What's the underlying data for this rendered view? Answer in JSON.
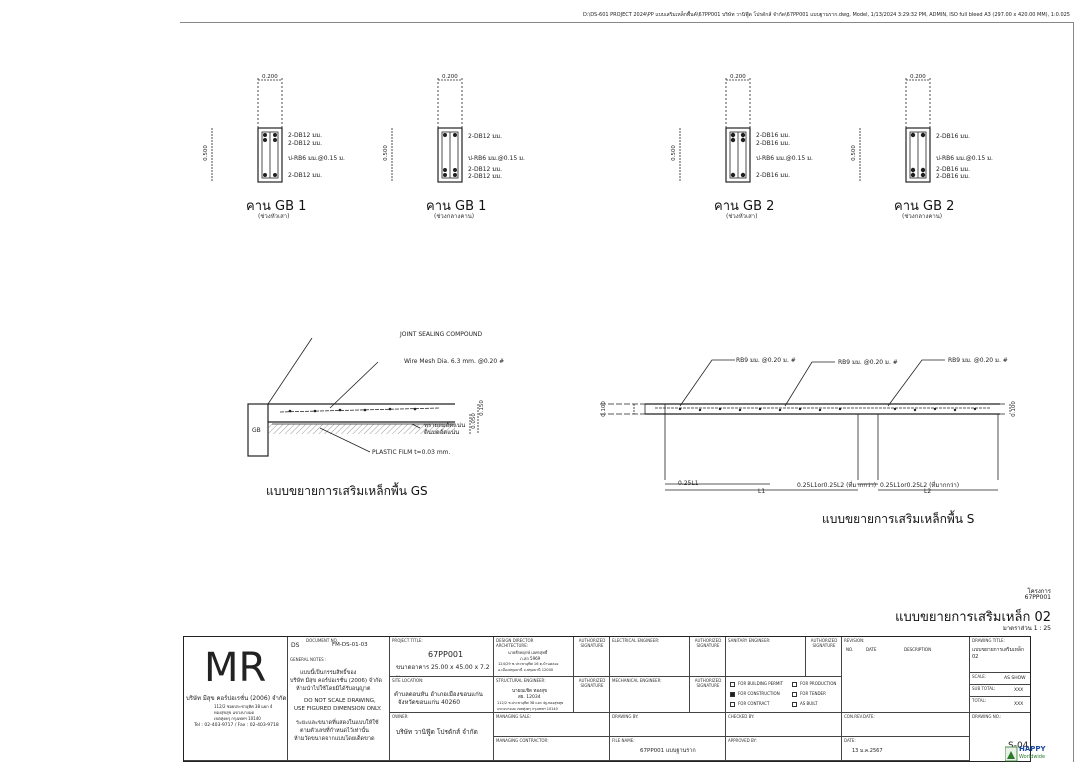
{
  "header": {
    "path": "D:\\DS-601 PROJECT 2024\\PP แบบเสริมเหล็กพื้นค์\\67PP001 บริษัท วานิฟู๊ด โปรดักส์ จำกัด\\67PP001 แบบฐานราก.dwg, Model, 1/13/2024 3:29:32 PM, ADMIN, ISO full bleed A3 (297.00 x 420.00 MM), 1:0.025"
  },
  "beams": [
    {
      "title": "คาน GB 1",
      "sub": "(ช่วงหัวเสา)",
      "width": "0.200",
      "depth": "0.500",
      "top": "2-DB12 มม.",
      "top2": "2-DB12 มม.",
      "stirrup": "ป-RB6 มม.@0.15 ม.",
      "bot": "2-DB12 มม.",
      "bot2": ""
    },
    {
      "title": "คาน GB 1",
      "sub": "(ช่วงกลางคาน)",
      "width": "0.200",
      "depth": "0.500",
      "top": "2-DB12 มม.",
      "top2": "",
      "stirrup": "ป-RB6 มม.@0.15 ม.",
      "bot": "2-DB12 มม.",
      "bot2": "2-DB12 มม."
    },
    {
      "title": "คาน GB 2",
      "sub": "(ช่วงหัวเสา)",
      "width": "0.200",
      "depth": "0.500",
      "top": "2-DB16 มม.",
      "top2": "2-DB16 มม.",
      "stirrup": "ป-RB6 มม.@0.15 ม.",
      "bot": "2-DB16 มม.",
      "bot2": ""
    },
    {
      "title": "คาน GB 2",
      "sub": "(ช่วงกลางคาน)",
      "width": "0.200",
      "depth": "0.500",
      "top": "2-DB16 มม.",
      "top2": "",
      "stirrup": "ป-RB6 มม.@0.15 ม.",
      "bot": "2-DB16 มม.",
      "bot2": "2-DB16 มม."
    }
  ],
  "gs": {
    "title": "แบบขยายการเสริมเหล็กพื้น GS",
    "joint": "JOINT SEALING COMPOUND",
    "mesh": "Wire Mesh Dia. 6.3 mm. @0.20 #",
    "sand1": "ทรายถมอัดแน่น",
    "sand2": "ดินบดอัดแน่น",
    "film": "PLASTIC FILM t=0.03 mm.",
    "gb": "GB",
    "d1": "0.150",
    "d2": "0.050"
  },
  "s": {
    "title": "แบบขยายการเสริมเหล็กพื้น S",
    "r1": "RB9 มม. @0.20 ม. #",
    "r2": "RB9 มม. @0.20 ม. #",
    "r3": "RB9 มม. @0.20 ม. #",
    "t1": "0.100",
    "t2": "0.100",
    "d1": "0.25L1",
    "d2": "0.25L1or0.25L2 (ที่มากกว่า)",
    "d3": "0.25L1or0.25L2 (ที่มากกว่า)",
    "L1": "L1",
    "L2": "L2"
  },
  "project": {
    "label": "โครงการ",
    "code": "67PP001",
    "sheet_title": "แบบขยายการเสริมเหล็ก 02",
    "scale": "มาตราส่วน 1 : 25"
  },
  "titleblock": {
    "logo": "MR",
    "company": "บริษัท มีสุข คอร์ปอเรชั่น (2006) จำกัด",
    "addr1": "112/2 ซอยประชาอุทิศ 38 แยก 4",
    "addr2": "ทองสุขสุข แขวงบางมด",
    "addr3": "เขตทุ่งครุ กรุงเทพฯ 10140",
    "tel": "Tel : 02-403-9717 / Fax : 02-403-9718",
    "ds": "DS",
    "doc_no_lbl": "DOCUMENT NO.",
    "doc_no": "FM-DS-01-03",
    "gn_lbl": "GENERAL NOTES :",
    "gn1": "แบบนี้เป็นกรรมสิทธิ์ของ",
    "gn2": "บริษัท มีสุข คอร์ปอเรชั่น (2006) จำกัด",
    "gn3": "ห้ามนำไปใช้โดยมิได้รับอนุญาต",
    "gn4": "DO NOT SCALE DRAWING,",
    "gn5": "USE FIGURED DIMENSION ONLY.",
    "gn6": "ระยะและขนาดที่แสดงในแบบให้ใช้",
    "gn7": "ตามตัวเลขที่กำหนดไว้เท่านั้น",
    "gn8": "ห้ามวัดขนาดจากแบบโดยเด็ดขาด",
    "pt_lbl": "PROJECT TITLE:",
    "pt1": "67PP001",
    "pt2": "ขนาดอาคาร 25.00 x 45.00 x 7.2 ม.",
    "sl_lbl": "SITE LOCATION:",
    "sl1": "ตำบลดอนหัน อำเภอเมืองขอนแก่น",
    "sl2": "จังหวัดขอนแก่น  40260",
    "own_lbl": "OWNER:",
    "own": "บริษัท วานิฟู๊ด โปรดักส์ จำกัด",
    "dd_lbl": "DESIGN DIRECTOR ARCHITECTURE:",
    "dd1": "นายธีรพฤกษ์ เลศรสุทธิ์",
    "dd2": "ภ.สถ 5969",
    "dd3": "124/29 ซ.ประชาอุทิศ 16 ต.บ้านคลอง",
    "dd4": "อ.เมืองปทุมธานี จ.ปทุมธานี 12000",
    "se_lbl": "STRUCTURAL ENGINEER:",
    "se1": "นายณเชิด ทองสุข",
    "se2": "สย. 12034",
    "se3": "112/2 ซ.ประชาอุทิศ 38 แยก 4ฐ.ทองสุขสุข",
    "se4": "แขวงบางมด เขตทุ่งครุ กรุงเทพฯ 10140",
    "ms_lbl": "MANAGING SALE:",
    "mc_lbl": "MANAGING CONTRACTOR:",
    "auth": "AUTHORIZED SIGNATURE",
    "ee_lbl": "ELECTRICAL ENGINEER:",
    "me_lbl": "MECHANICAL ENGINEER:",
    "dr_lbl": "DRAWING BY:",
    "fn_lbl": "FILE NAME:",
    "fn": "67PP001 แบบฐานราก",
    "se2_lbl": "SANITARY ENGINEER:",
    "chk_lbl": "CHECKED BY:",
    "app_lbl": "APPROVED BY:",
    "opt1": "FOR BUILDING PERMIT",
    "opt2": "FOR CONSTRUCTION",
    "opt3": "FOR CONTRACT",
    "opt4": "FOR PRODUCTION",
    "opt5": "FOR TENDER",
    "opt6": "AS BUILT",
    "rev_lbl": "REVISION:",
    "no_lbl": "NO.",
    "date_lbl": "DATE",
    "desc_lbl": "DESCRIPTION",
    "cs_lbl": "CON.REV.DATE:",
    "date_lbl2": "DATE:",
    "date": "13 ม.ค.2567",
    "dt_lbl": "DRAWING TITLE:",
    "dt": "แบบขยายการเสริมเหล็ก 02",
    "scale_lbl": "SCALE:",
    "scale": "AS SHOW",
    "subtot_lbl": "SUB TOTAL:",
    "subtot": "XXX",
    "tot_lbl": "TOTAL:",
    "tot": "XXX",
    "dn_lbl": "DRAWING NO.:",
    "dn": "S-04"
  },
  "badge": {
    "name": "HAPPY",
    "sub": "Worldwide"
  }
}
